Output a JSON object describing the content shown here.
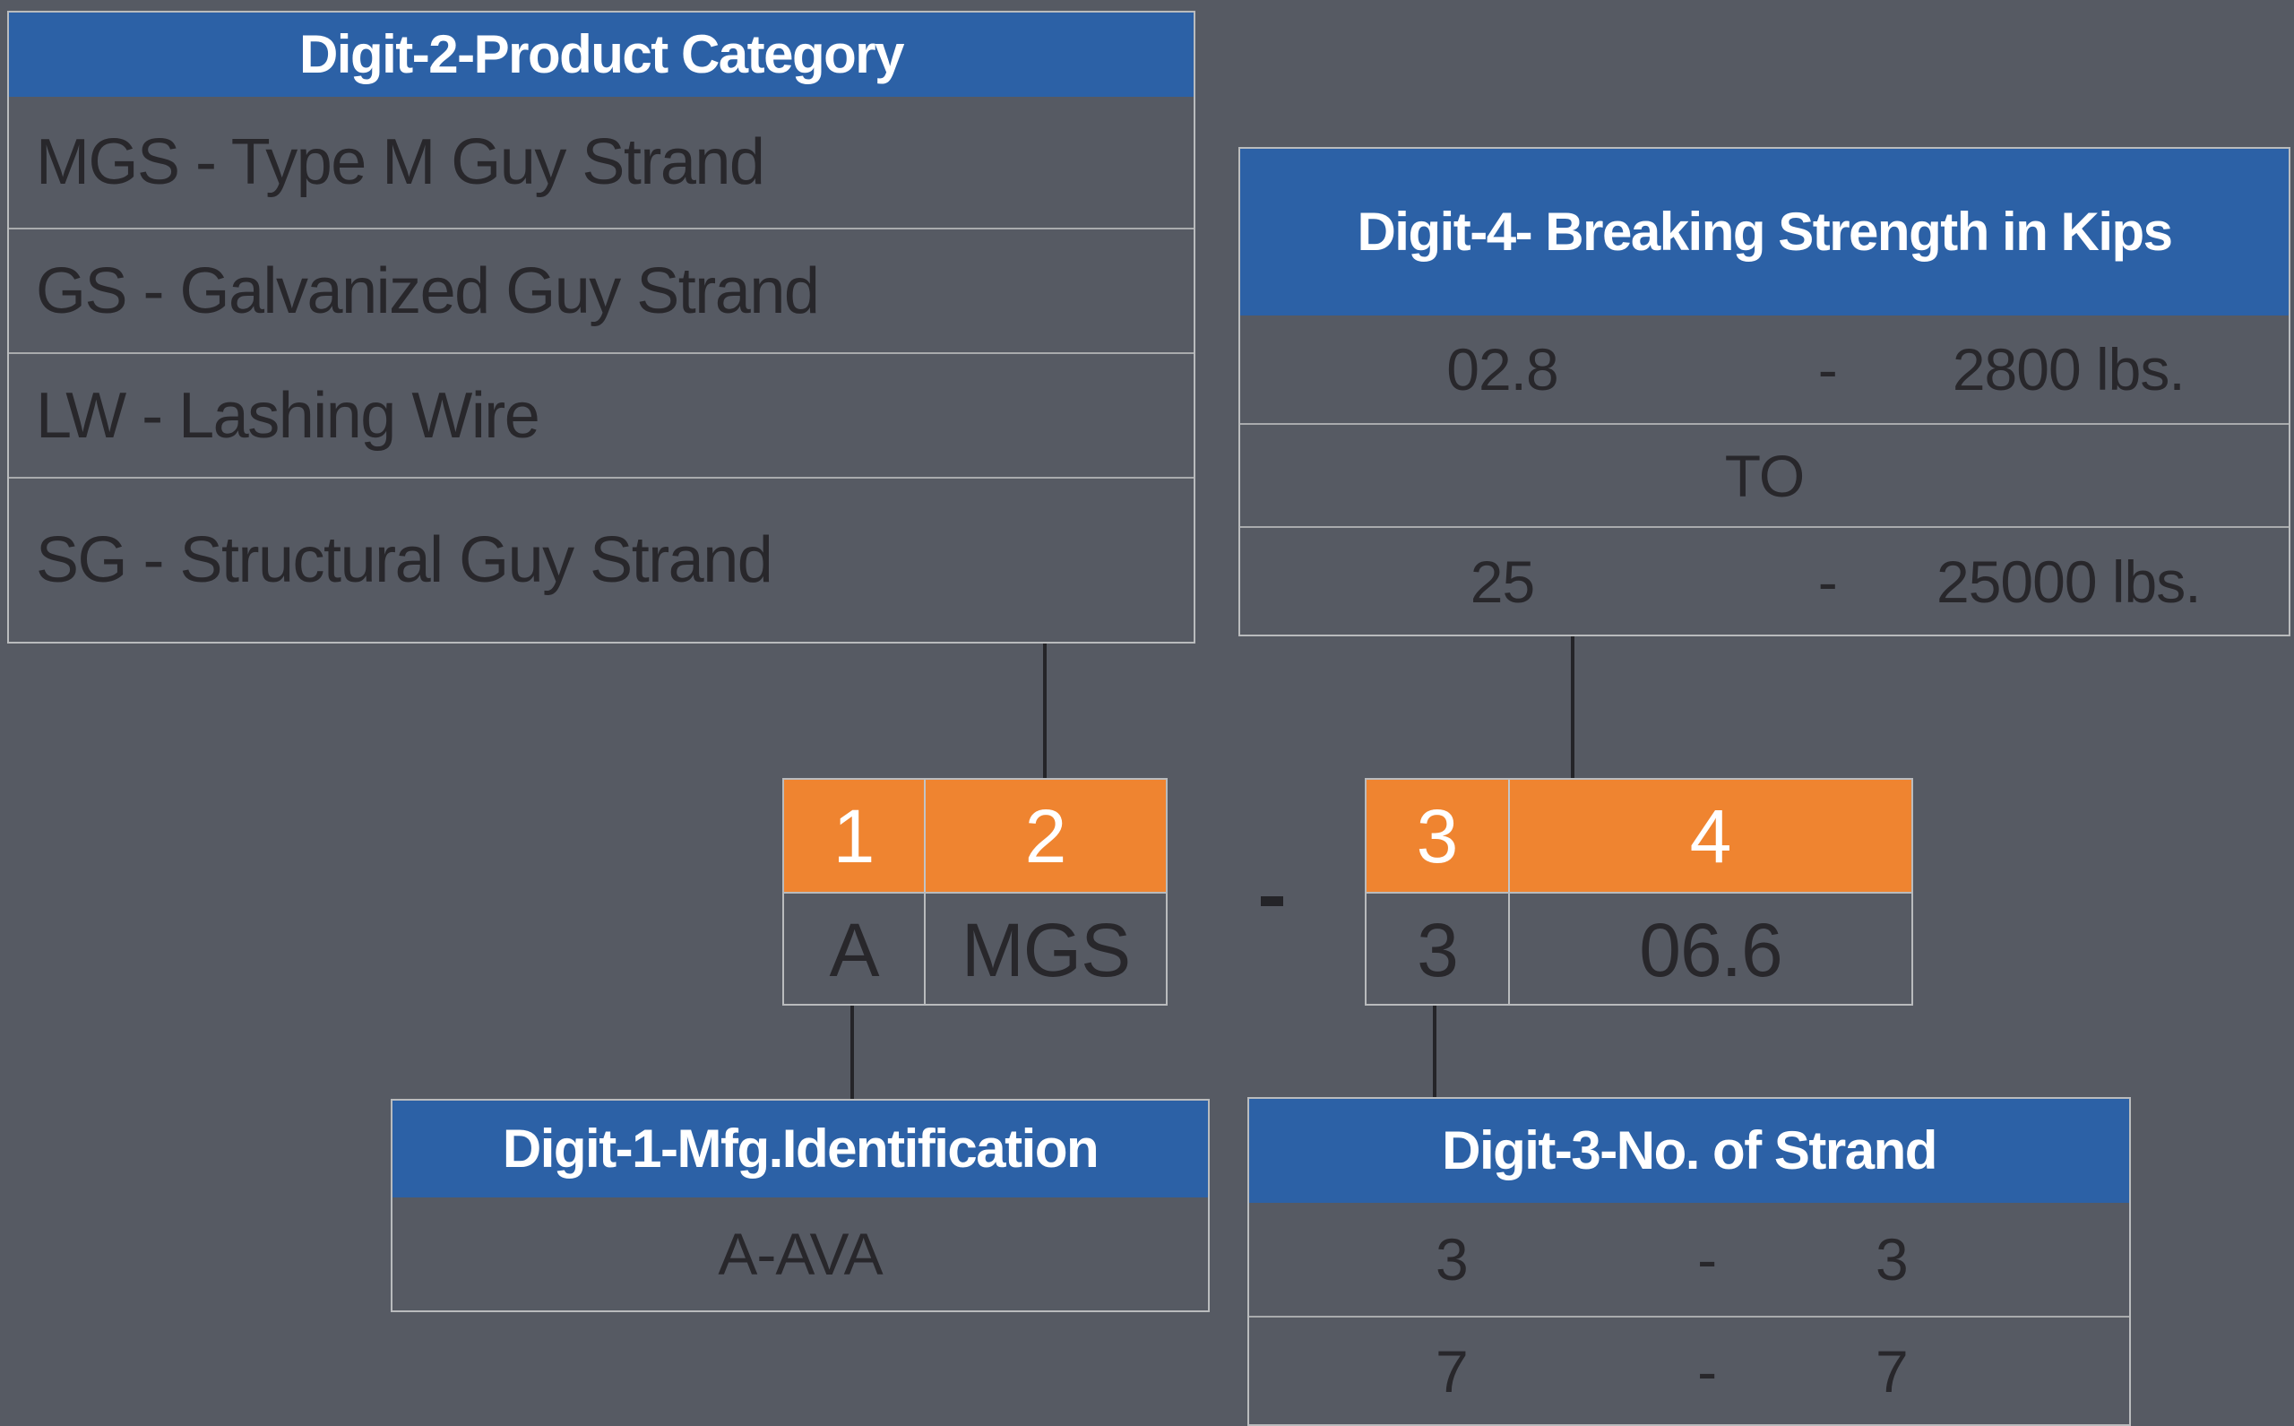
{
  "colors": {
    "background": "#565a63",
    "header_blue": "#2c61a6",
    "digit_orange": "#ef8430",
    "dark_text": "#28272b",
    "header_text": "#ffffff",
    "border_light": "#b9bbbd",
    "connector_dark": "#242428"
  },
  "tables": {
    "product_category": {
      "title": "Digit-2-Product Category",
      "rows": [
        "MGS - Type M Guy Strand",
        "GS - Galvanized Guy Strand",
        "LW - Lashing Wire",
        "SG - Structural Guy Strand"
      ]
    },
    "breaking_strength": {
      "title": "Digit-4- Breaking Strength in Kips",
      "row_min": {
        "code": "02.8",
        "dash": "-",
        "value": "2800 lbs."
      },
      "row_mid": "TO",
      "row_max": {
        "code": "25",
        "dash": "-",
        "value": "25000 lbs."
      }
    },
    "mfg_identification": {
      "title": "Digit-1-Mfg.Identification",
      "row": "A-AVA"
    },
    "no_of_strand": {
      "title": "Digit-3-No. of Strand",
      "rows": [
        {
          "code": "3",
          "dash": "-",
          "value": "3"
        },
        {
          "code": "7",
          "dash": "-",
          "value": "7"
        }
      ]
    }
  },
  "part_number": {
    "separator": "-",
    "group_left": {
      "digit_1": "1",
      "digit_2": "2",
      "value_1": "A",
      "value_2": "MGS"
    },
    "group_right": {
      "digit_3": "3",
      "digit_4": "4",
      "value_3": "3",
      "value_4": "06.6"
    }
  }
}
